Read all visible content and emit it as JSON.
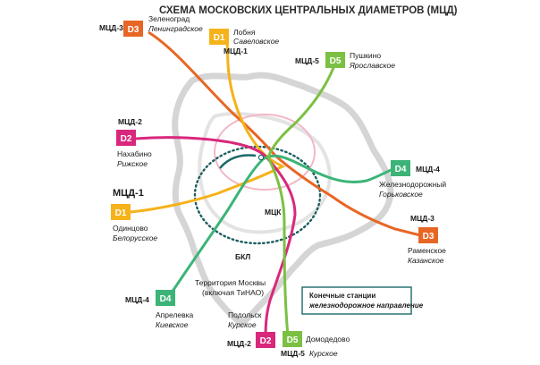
{
  "title": "СХЕМА МОСКОВСКИХ ЦЕНТРАЛЬНЫХ ДИАМЕТРОВ (МЦД)",
  "colors": {
    "d1": "#f5b21a",
    "d2": "#d9277c",
    "d3": "#e86625",
    "d4": "#3cb478",
    "d5": "#7bc043",
    "mck": "#1b6a6a",
    "city": "#d5d5d5",
    "garden": "#f2b7c6"
  },
  "labels": {
    "mck": "МЦК",
    "bkl": "БКЛ",
    "territory_line1": "Территория Москвы",
    "territory_line2": "(включая ТиНАО)"
  },
  "legend": {
    "line1": "Конечные станции",
    "line2": "железнодорожное направление"
  },
  "termini": {
    "zelenograd": {
      "line": "МЦД-3",
      "code": "D3",
      "station": "Зеленоград",
      "direction": "Ленинградское"
    },
    "lobnya": {
      "line": "МЦД-1",
      "code": "D1",
      "station": "Лобня",
      "direction": "Савеловское"
    },
    "pushkino": {
      "line": "МЦД-5",
      "code": "D5",
      "station": "Пушкино",
      "direction": "Ярославское"
    },
    "nakhabino": {
      "line": "МЦД-2",
      "code": "D2",
      "station": "Нахабино",
      "direction": "Рижское"
    },
    "zheleznodorozhny": {
      "line": "МЦД-4",
      "code": "D4",
      "station": "Железнодорожный",
      "direction": "Горьковское"
    },
    "odintsovo": {
      "line": "МЦД-1",
      "code": "D1",
      "station": "Одинцово",
      "direction": "Белорусское"
    },
    "ramenskoe": {
      "line": "МЦД-3",
      "code": "D3",
      "station": "Раменское",
      "direction": "Казанское"
    },
    "aprelevka": {
      "line": "МЦД-4",
      "code": "D4",
      "station": "Апрелевка",
      "direction": "Киевское"
    },
    "podolsk": {
      "line": "МЦД-2",
      "code": "D2",
      "station": "Подольск",
      "direction": "Курское"
    },
    "domodedovo": {
      "line": "МЦД-5",
      "code": "D5",
      "station": "Домодедово",
      "direction": "Курское"
    }
  }
}
